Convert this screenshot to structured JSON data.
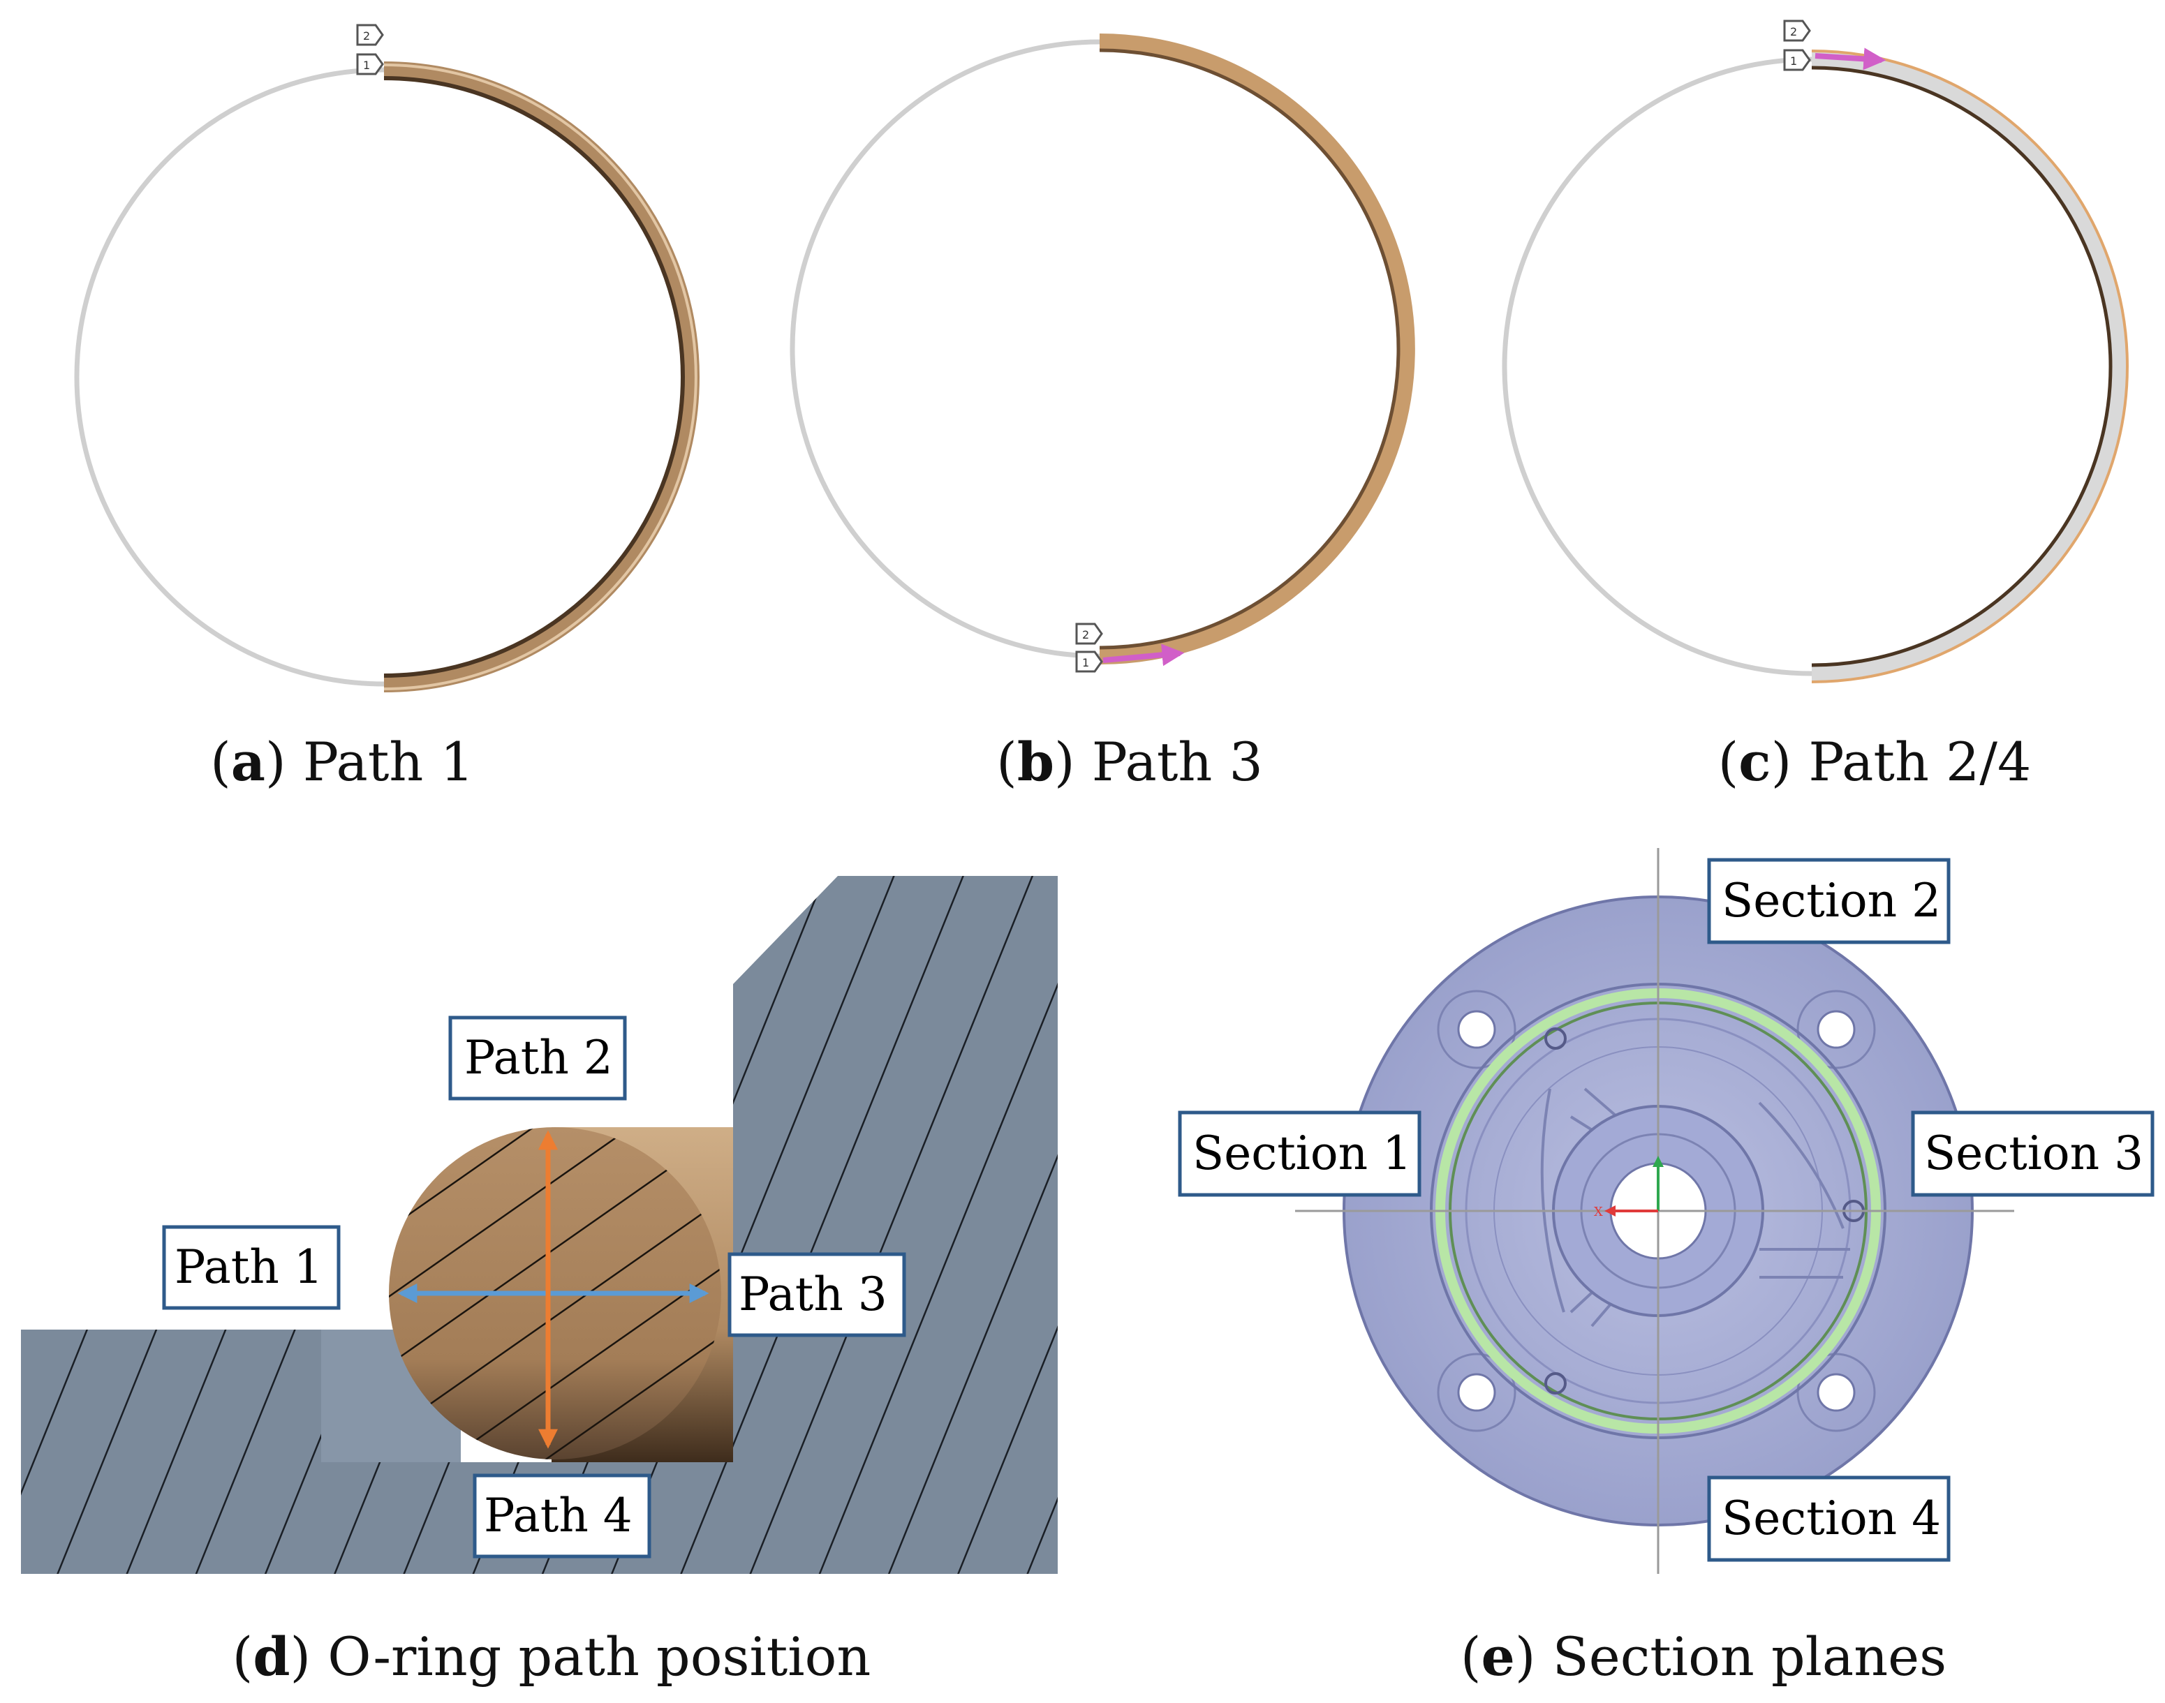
{
  "panels": {
    "a": {
      "letter": "a",
      "caption": "Path 1"
    },
    "b": {
      "letter": "b",
      "caption": "Path 3"
    },
    "c": {
      "letter": "c",
      "caption": "Path 2/4"
    },
    "d": {
      "letter": "d",
      "caption": "O-ring path position"
    },
    "e": {
      "letter": "e",
      "caption": "Section planes"
    }
  },
  "markers": {
    "first": "1",
    "second": "2"
  },
  "oring_paths": {
    "path1": "Path 1",
    "path2": "Path 2",
    "path3": "Path 3",
    "path4": "Path 4"
  },
  "sections": {
    "s1": "Section 1",
    "s2": "Section 2",
    "s3": "Section 3",
    "s4": "Section 4"
  },
  "axis_labels": {
    "x": "X"
  },
  "colors": {
    "ring_grey": "#cfcfcf",
    "oring_tan": "#b08a62",
    "oring_dark": "#4a3522",
    "steel": "#7b8a9b",
    "arrow_blue": "#5b9bd5",
    "arrow_orange": "#ed7d31",
    "label_border": "#2e5a8a",
    "flange": "#a9afd4",
    "seal_green": "#b8e6a6",
    "highlight_magenta": "#d15fc8"
  }
}
